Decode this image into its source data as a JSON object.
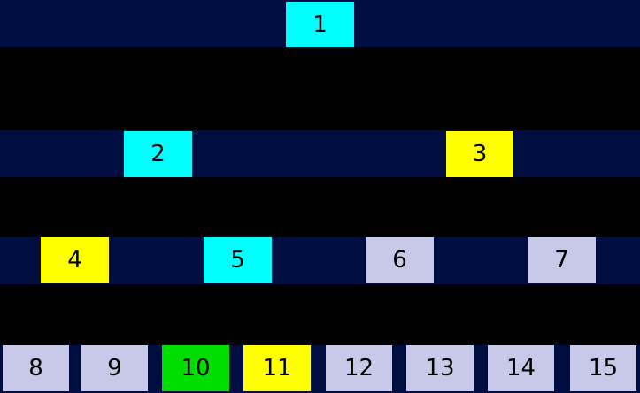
{
  "figure": {
    "background": "#000000",
    "level_band_color": "#000d40",
    "text_color": "#000000",
    "palette": {
      "cyan": "#00ffff",
      "yellow": "#ffff00",
      "green": "#00dd00",
      "lavender": "#c8c8e8"
    },
    "levels": [
      {
        "row": 1,
        "node_count": 1
      },
      {
        "row": 2,
        "node_count": 2
      },
      {
        "row": 3,
        "node_count": 4
      },
      {
        "row": 4,
        "node_count": 8
      }
    ],
    "nodes": [
      {
        "label": "1",
        "color": "cyan"
      },
      {
        "label": "2",
        "color": "cyan"
      },
      {
        "label": "3",
        "color": "yellow"
      },
      {
        "label": "4",
        "color": "yellow"
      },
      {
        "label": "5",
        "color": "cyan"
      },
      {
        "label": "6",
        "color": "lavender"
      },
      {
        "label": "7",
        "color": "lavender"
      },
      {
        "label": "8",
        "color": "lavender"
      },
      {
        "label": "9",
        "color": "lavender"
      },
      {
        "label": "10",
        "color": "green"
      },
      {
        "label": "11",
        "color": "yellow"
      },
      {
        "label": "12",
        "color": "lavender"
      },
      {
        "label": "13",
        "color": "lavender"
      },
      {
        "label": "14",
        "color": "lavender"
      },
      {
        "label": "15",
        "color": "lavender"
      }
    ]
  }
}
